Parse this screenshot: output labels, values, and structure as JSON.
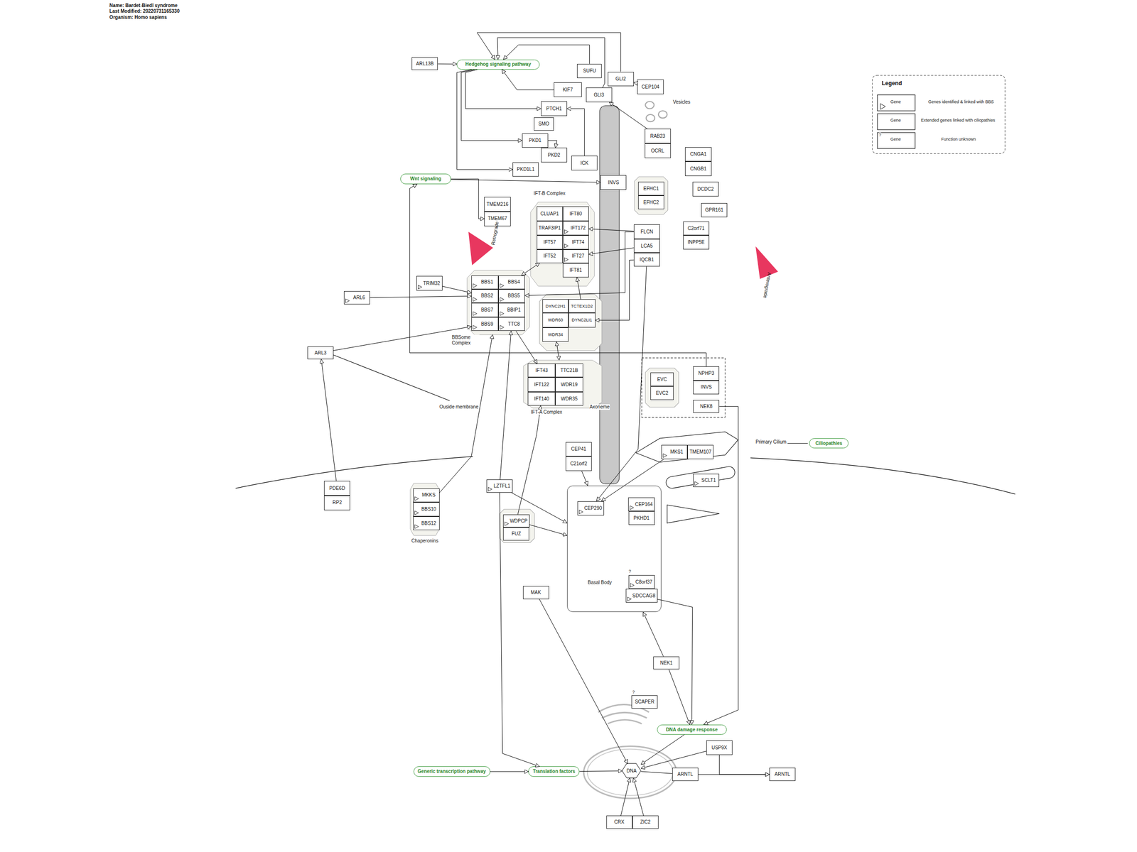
{
  "diagram": {
    "nodes": [
      {
        "text": [
          "Hedgehog signaling pathway"
        ]
      },
      {
        "text": [
          "ARL13B"
        ]
      },
      {
        "text": [
          "SUFU"
        ]
      },
      {
        "text": [
          "GLI2"
        ]
      },
      {
        "text": [
          "KIF7"
        ]
      },
      {
        "text": [
          "GLI3"
        ]
      },
      {
        "text": [
          "CEP104"
        ]
      },
      {
        "text": [
          "PTCH1"
        ]
      },
      {
        "text": [
          "SMO"
        ]
      },
      {
        "text": [
          "PKD1"
        ]
      },
      {
        "text": [
          "PKD2"
        ]
      },
      {
        "text": [
          "ICK"
        ]
      },
      {
        "text": [
          "PKD1L1"
        ]
      },
      {
        "text": [
          "RAB23"
        ]
      },
      {
        "text": [
          "OCRL"
        ]
      },
      {
        "text": [
          "CNGA1"
        ]
      },
      {
        "text": [
          "CNGB1"
        ]
      },
      {
        "text": [
          "Wnt signaling"
        ]
      },
      {
        "text": [
          "INVS"
        ]
      },
      {
        "text": [
          "EFHC1"
        ]
      },
      {
        "text": [
          "EFHC2"
        ]
      },
      {
        "text": [
          "DCDC2"
        ]
      },
      {
        "text": [
          "GPR161"
        ]
      },
      {
        "text": [
          "IFT-B Complex"
        ]
      },
      {
        "text": [
          "CLUAP1"
        ],
        "in": 23
      },
      {
        "text": [
          "IFT80"
        ],
        "in": 23
      },
      {
        "text": [
          "TRAF3IP1"
        ],
        "in": 23
      },
      {
        "text": [
          "IFT172"
        ],
        "in": 23
      },
      {
        "text": [
          "IFT57"
        ],
        "in": 23
      },
      {
        "text": [
          "IFT74"
        ],
        "in": 23
      },
      {
        "text": [
          "IFT52"
        ],
        "in": 23
      },
      {
        "text": [
          "IFT27"
        ],
        "in": 23
      },
      {
        "text": [
          "IFT81"
        ],
        "in": 23
      },
      {
        "text": [
          "TMEM216"
        ]
      },
      {
        "text": [
          "TMEM67"
        ]
      },
      {
        "text": [
          "FLCN"
        ]
      },
      {
        "text": [
          "LCA5"
        ]
      },
      {
        "text": [
          "IQCB1"
        ]
      },
      {
        "text": [
          "C2orf71"
        ]
      },
      {
        "text": [
          "INPP5E"
        ]
      },
      {
        "text": [
          "TRIM32"
        ]
      },
      {
        "text": [
          "ARL6"
        ]
      },
      {
        "text": [
          "BBSome Complex"
        ]
      },
      {
        "text": [
          "BBS1"
        ],
        "in": 42
      },
      {
        "text": [
          "BBS4"
        ],
        "in": 42
      },
      {
        "text": [
          "BBS2"
        ],
        "in": 42
      },
      {
        "text": [
          "BBS5"
        ],
        "in": 42
      },
      {
        "text": [
          "BBS7"
        ],
        "in": 42
      },
      {
        "text": [
          "BBIP1"
        ],
        "in": 42
      },
      {
        "text": [
          "BBS9"
        ],
        "in": 42
      },
      {
        "text": [
          "TTC8"
        ],
        "in": 42
      },
      {
        "text": [
          "DYNC2H1"
        ]
      },
      {
        "text": [
          "TCTEX1D2"
        ]
      },
      {
        "text": [
          "WDR60"
        ]
      },
      {
        "text": [
          "DYNC2LI1"
        ]
      },
      {
        "text": [
          "WDR34"
        ]
      },
      {
        "text": [
          "ARL3"
        ]
      },
      {
        "text": [
          "IFT-A Complex"
        ]
      },
      {
        "text": [
          "IFT43"
        ],
        "in": 57
      },
      {
        "text": [
          "TTC21B"
        ],
        "in": 57
      },
      {
        "text": [
          "IFT122"
        ],
        "in": 57
      },
      {
        "text": [
          "WDR19"
        ],
        "in": 57
      },
      {
        "text": [
          "IFT140"
        ],
        "in": 57
      },
      {
        "text": [
          "WDR35"
        ],
        "in": 57
      },
      {
        "text": [
          "NPHP3"
        ]
      },
      {
        "text": [
          "INVS"
        ]
      },
      {
        "text": [
          "EVC"
        ]
      },
      {
        "text": [
          "EVC2"
        ]
      },
      {
        "text": [
          "NEK8"
        ]
      },
      {
        "text": [
          "Ciliopathies"
        ]
      },
      {
        "text": [
          "CEP41"
        ]
      },
      {
        "text": [
          "C21orf2"
        ]
      },
      {
        "text": [
          "MKS1"
        ]
      },
      {
        "text": [
          "TMEM107"
        ]
      },
      {
        "text": [
          "SCLT1"
        ]
      },
      {
        "text": [
          "PDE6D"
        ]
      },
      {
        "text": [
          "RP2"
        ]
      },
      {
        "text": [
          "Chaperonins"
        ]
      },
      {
        "text": [
          "MKKS"
        ],
        "in": 77
      },
      {
        "text": [
          "BBS10"
        ],
        "in": 77
      },
      {
        "text": [
          "BBS12"
        ],
        "in": 77
      },
      {
        "text": [
          "LZTFL1"
        ]
      },
      {
        "text": [
          "Basal Body"
        ]
      },
      {
        "text": [
          "CEP290"
        ],
        "in": 82
      },
      {
        "text": [
          "CEP164"
        ],
        "in": 82
      },
      {
        "text": [
          "PKHD1"
        ],
        "in": 82
      },
      {
        "text": [
          "WDPCP"
        ]
      },
      {
        "text": [
          "FUZ"
        ]
      },
      {
        "text": [
          "MAK"
        ]
      },
      {
        "text": [
          "C8orf37"
        ],
        "in": 82
      },
      {
        "text": [
          "SDCCAG8"
        ],
        "in": 82
      },
      {
        "text": [
          "NEK1"
        ]
      },
      {
        "text": [
          "SCAPER"
        ]
      },
      {
        "text": [
          "DNA damage response"
        ]
      },
      {
        "text": [
          "USP9X"
        ]
      },
      {
        "text": [
          "DNA"
        ]
      },
      {
        "text": [
          "ARNTL"
        ]
      },
      {
        "text": [
          "ARNTL"
        ]
      },
      {
        "text": [
          "Generic transcription pathway"
        ]
      },
      {
        "text": [
          "Translation factors"
        ]
      },
      {
        "text": [
          "CRX"
        ]
      },
      {
        "text": [
          "ZIC2"
        ]
      }
    ],
    "edges": [
      {
        "from": 1,
        "to": 0,
        "arrow": "to"
      },
      {
        "from": 2,
        "to": 0,
        "arrow": "to"
      },
      {
        "from": 4,
        "to": 0,
        "arrow": "to"
      },
      {
        "from": 3,
        "to": 0,
        "arrow": "to"
      },
      {
        "from": 5,
        "to": 0,
        "arrow": "to"
      },
      {
        "from": 0,
        "to": 7,
        "arrow": "to"
      },
      {
        "from": 0,
        "to": 9,
        "arrow": "to"
      },
      {
        "from": 0,
        "to": 12,
        "arrow": "to"
      },
      {
        "from": 11,
        "to": 7,
        "arrow": "to"
      },
      {
        "from": 9,
        "to": 10,
        "arrow": "to"
      },
      {
        "from": 13,
        "to": 5,
        "arrow": "to"
      },
      {
        "from": 6,
        "to": 3,
        "arrow": "to"
      },
      {
        "from": 17,
        "to": 18,
        "arrow": "to"
      },
      {
        "from": 17,
        "to": 34,
        "arrow": "to"
      },
      {
        "from": 64,
        "to": 17,
        "arrow": "to"
      },
      {
        "from": 35,
        "to": 27,
        "arrow": "to"
      },
      {
        "from": 36,
        "to": 31,
        "arrow": "to"
      },
      {
        "from": 35,
        "to": 46,
        "arrow": "to"
      },
      {
        "from": 37,
        "to": 54,
        "arrow": "to"
      },
      {
        "from": 30,
        "to": 44,
        "arrow": "both"
      },
      {
        "from": 50,
        "to": 58,
        "arrow": "to"
      },
      {
        "from": 55,
        "to": 57,
        "arrow": "both"
      },
      {
        "from": 52,
        "to": 32,
        "arrow": "to"
      },
      {
        "from": 40,
        "to": 45,
        "arrow": "to"
      },
      {
        "from": 41,
        "to": 45,
        "arrow": "to"
      },
      {
        "from": 56,
        "to": 49,
        "arrow": "to"
      },
      {
        "from": 75,
        "to": 56,
        "arrow": "to"
      },
      {
        "from": 77,
        "to": 42,
        "arrow": "to"
      },
      {
        "from": 81,
        "to": 50,
        "arrow": "to"
      },
      {
        "from": 86,
        "to": 62,
        "arrow": "to"
      },
      {
        "from": 86,
        "to": 82,
        "arrow": "to"
      },
      {
        "from": 81,
        "to": 82,
        "arrow": "to"
      },
      {
        "from": 71,
        "to": 82,
        "arrow": "to"
      },
      {
        "from": 91,
        "to": 82,
        "arrow": "to"
      },
      {
        "from": 91,
        "to": 93,
        "arrow": "to"
      },
      {
        "from": 90,
        "to": 93,
        "arrow": "to"
      },
      {
        "from": 68,
        "to": 93,
        "arrow": "to"
      },
      {
        "from": 93,
        "to": 95,
        "arrow": "to"
      },
      {
        "from": 94,
        "to": 95,
        "arrow": "to"
      },
      {
        "from": 94,
        "to": 97,
        "arrow": "to"
      },
      {
        "from": 96,
        "to": 97,
        "arrow": "to"
      },
      {
        "from": 88,
        "to": 95,
        "arrow": "to"
      },
      {
        "from": 98,
        "to": 99,
        "arrow": "to"
      },
      {
        "from": 99,
        "to": 95,
        "arrow": "to"
      },
      {
        "from": 100,
        "to": 95,
        "arrow": "to"
      },
      {
        "from": 101,
        "to": 95,
        "arrow": "to"
      },
      {
        "from": 37,
        "to": 83,
        "arrow": "to"
      },
      {
        "from": 72,
        "to": 83,
        "arrow": "to"
      },
      {
        "from": 81,
        "to": 99,
        "arrow": "to"
      },
      {
        "from": 95,
        "to": 96,
        "arrow": "none"
      }
    ],
    "labels": [
      "Name: Bardet-Biedl syndrome",
      "Last Modified: 20220731165330",
      "Organism: Homo sapiens",
      "Vesicles",
      "Retrograde",
      "Anterograde",
      "Ouside membrane",
      "Axoneme",
      "Primary Cilium",
      "?",
      "?",
      "Legend",
      "Gene",
      "Gene",
      "?",
      "Gene"
    ],
    "legend": [
      {
        "text": "Genes identified & linked with BBS"
      },
      {
        "text": "Extended genes linked with ciliopathies"
      },
      {
        "text": "Function unknown"
      }
    ]
  }
}
